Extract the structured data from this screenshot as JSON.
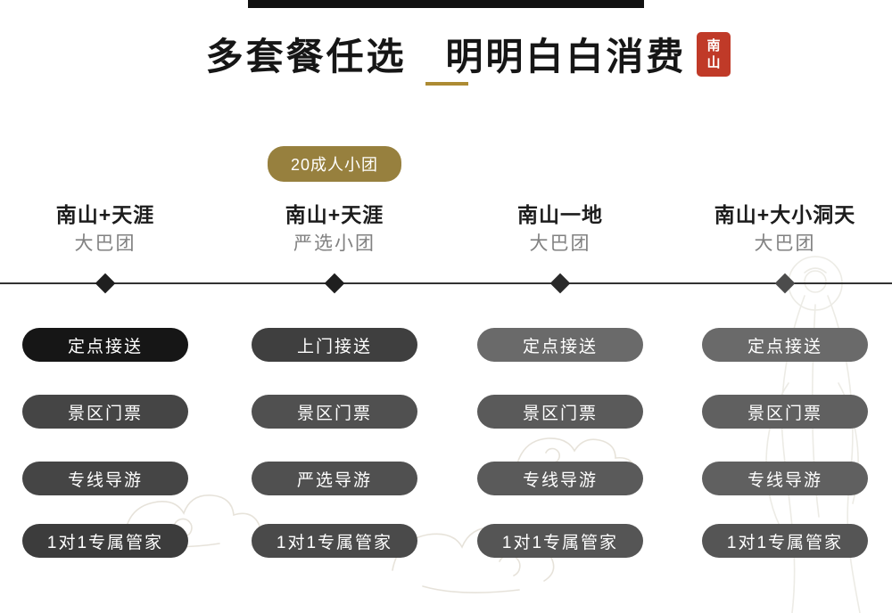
{
  "header": {
    "title_left": "多套餐任选",
    "title_right": "明明白白消费",
    "top_bar_color": "#111111",
    "underline_color": "#ad8b33",
    "seal": {
      "top": "南",
      "bottom": "山",
      "color": "#c03a28"
    }
  },
  "badge": {
    "label": "20成人小团",
    "bg": "#97803e"
  },
  "columns": [
    {
      "title": "南山+天涯",
      "subtitle": "大巴团",
      "diamond_color": "#1f1f1f",
      "pills": [
        {
          "label": "定点接送",
          "bg": "#161616"
        },
        {
          "label": "景区门票",
          "bg": "#454545"
        },
        {
          "label": "专线导游",
          "bg": "#454545"
        },
        {
          "label": "1对1专属管家",
          "bg": "#3c3c3c"
        }
      ]
    },
    {
      "title": "南山+天涯",
      "subtitle": "严选小团",
      "diamond_color": "#1f1f1f",
      "pills": [
        {
          "label": "上门接送",
          "bg": "#3f3f3f"
        },
        {
          "label": "景区门票",
          "bg": "#505050"
        },
        {
          "label": "严选导游",
          "bg": "#505050"
        },
        {
          "label": "1对1专属管家",
          "bg": "#4a4a4a"
        }
      ]
    },
    {
      "title": "南山一地",
      "subtitle": "大巴团",
      "diamond_color": "#2a2a2a",
      "pills": [
        {
          "label": "定点接送",
          "bg": "#6a6a6a"
        },
        {
          "label": "景区门票",
          "bg": "#5a5a5a"
        },
        {
          "label": "专线导游",
          "bg": "#5a5a5a"
        },
        {
          "label": "1对1专属管家",
          "bg": "#555555"
        }
      ]
    },
    {
      "title": "南山+大小洞天",
      "subtitle": "大巴团",
      "diamond_color": "#4c4c4c",
      "pills": [
        {
          "label": "定点接送",
          "bg": "#6a6a6a"
        },
        {
          "label": "景区门票",
          "bg": "#606060"
        },
        {
          "label": "专线导游",
          "bg": "#606060"
        },
        {
          "label": "1对1专属管家",
          "bg": "#555555"
        }
      ]
    }
  ]
}
